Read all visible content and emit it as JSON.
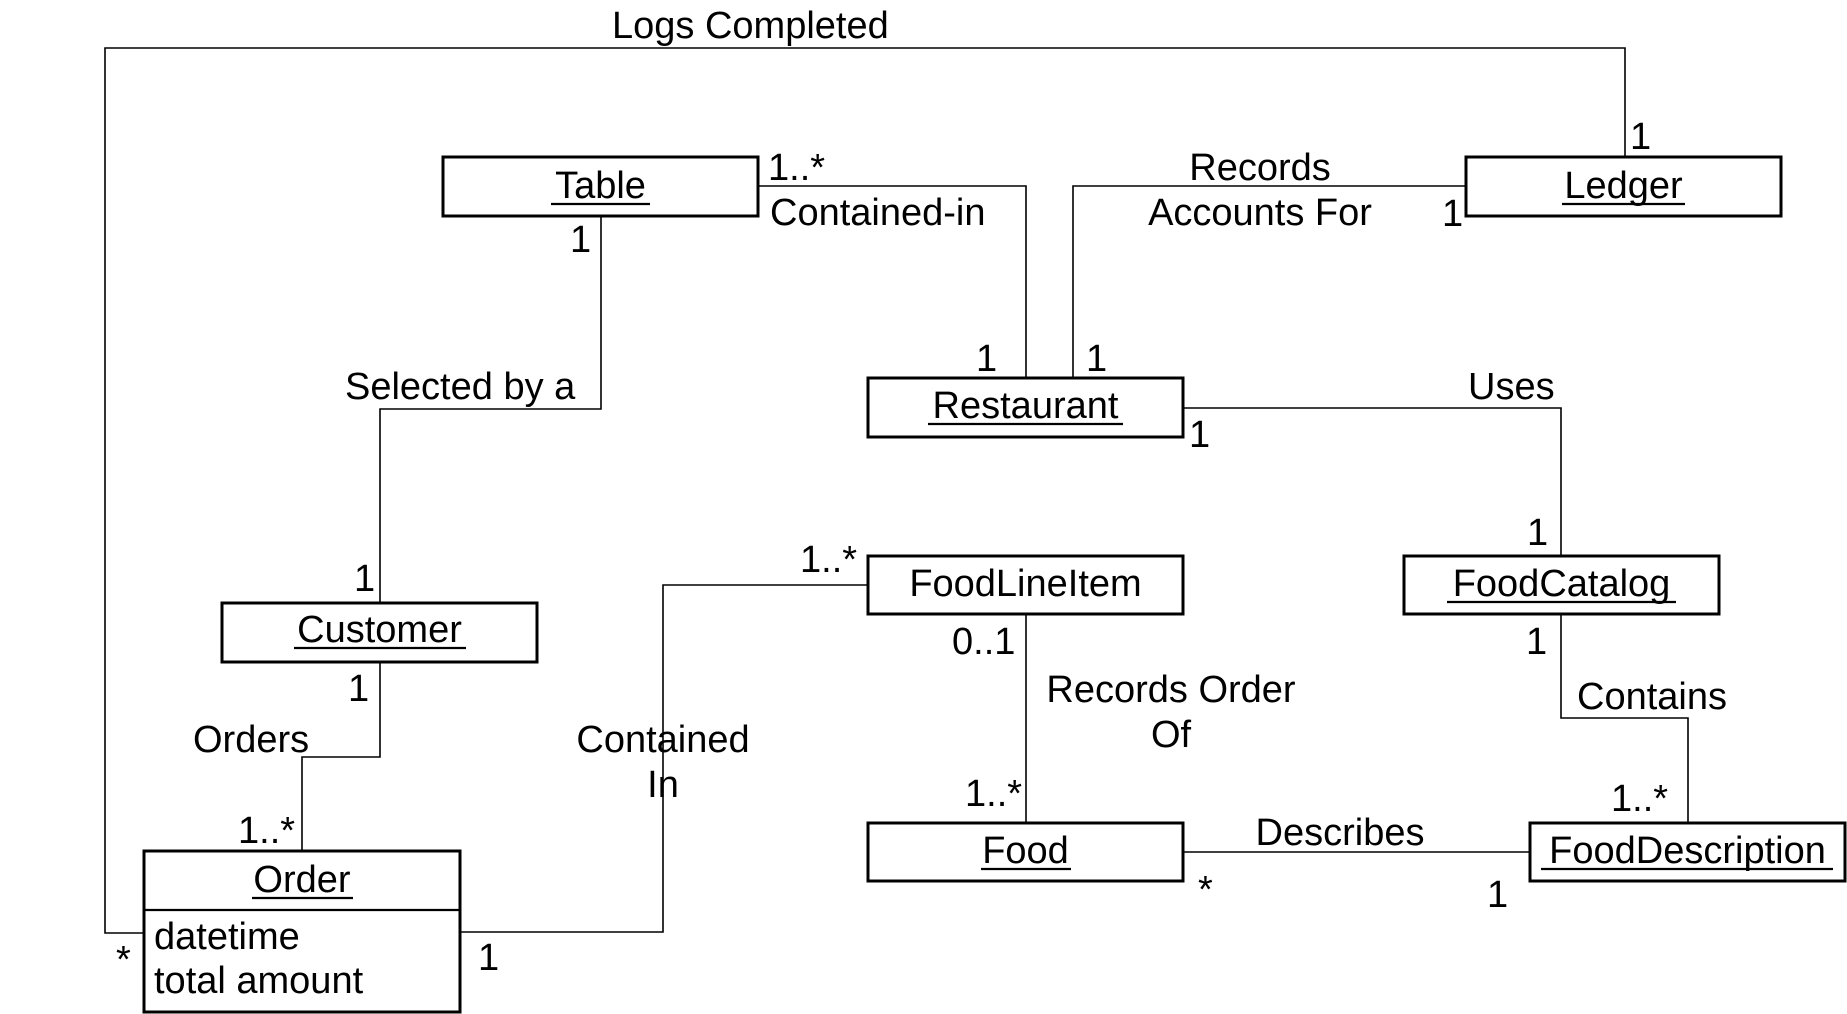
{
  "classes": {
    "table": {
      "name": "Table",
      "underlined": true
    },
    "ledger": {
      "name": "Ledger",
      "underlined": true
    },
    "restaurant": {
      "name": "Restaurant",
      "underlined": true
    },
    "customer": {
      "name": "Customer",
      "underlined": true
    },
    "foodlineitem": {
      "name": "FoodLineItem",
      "underlined": false
    },
    "foodcatalog": {
      "name": "FoodCatalog",
      "underlined": true
    },
    "order": {
      "name": "Order",
      "underlined": true,
      "attributes": [
        "datetime",
        "total amount"
      ]
    },
    "food": {
      "name": "Food",
      "underlined": true
    },
    "fooddescription": {
      "name": "FoodDescription",
      "underlined": true
    }
  },
  "associations": {
    "logs_completed": {
      "label": "Logs Completed",
      "mult_ledger": "1",
      "mult_order": "*"
    },
    "contained_in_restaurant": {
      "label": "Contained-in",
      "mult_table": "1..*",
      "mult_restaurant": "1"
    },
    "records_accounts": {
      "label_line1": "Records",
      "label_line2": "Accounts For",
      "mult_ledger": "1",
      "mult_restaurant": "1"
    },
    "selected_by": {
      "label": "Selected by a",
      "mult_table": "1",
      "mult_customer": "1"
    },
    "uses": {
      "label": "Uses",
      "mult_restaurant": "1",
      "mult_catalog": "1"
    },
    "orders": {
      "label": "Orders",
      "mult_customer": "1",
      "mult_order": "1..*"
    },
    "contained_in_order": {
      "label_line1": "Contained",
      "label_line2": "In",
      "mult_lineitem": "1..*",
      "mult_order": "1"
    },
    "records_order_of": {
      "label_line1": "Records Order",
      "label_line2": "Of",
      "mult_lineitem": "0..1",
      "mult_food": "1..*"
    },
    "contains": {
      "label": "Contains",
      "mult_catalog": "1",
      "mult_description": "1..*"
    },
    "describes": {
      "label": "Describes",
      "mult_food": "*",
      "mult_description": "1"
    }
  }
}
